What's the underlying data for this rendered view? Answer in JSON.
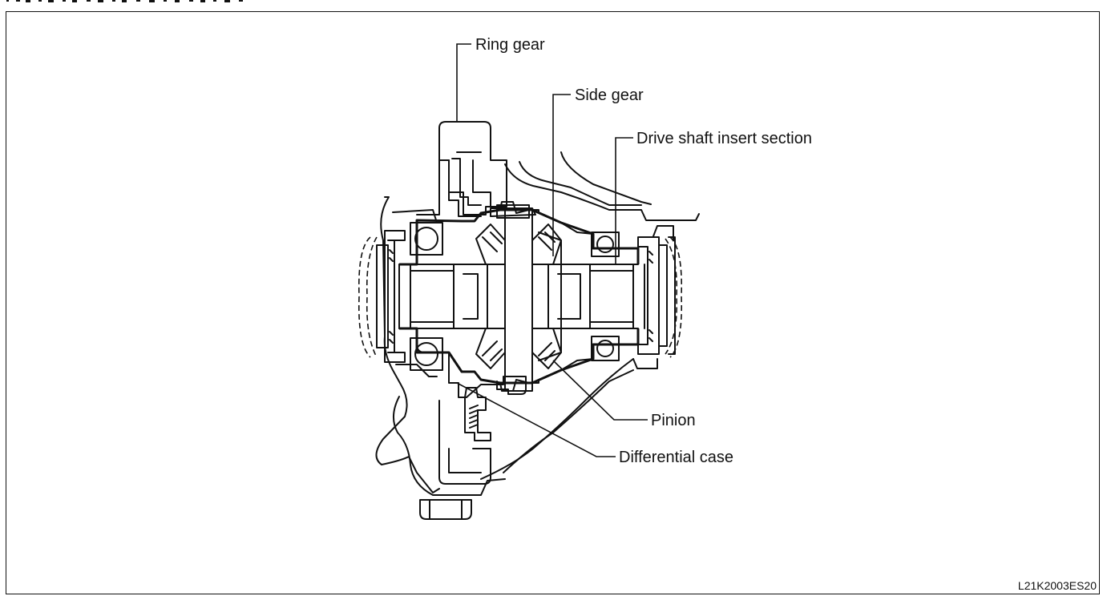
{
  "diagram": {
    "labels": {
      "ring_gear": "Ring gear",
      "side_gear": "Side gear",
      "drive_shaft_insert_section": "Drive shaft insert section",
      "pinion": "Pinion",
      "differential_case": "Differential case"
    },
    "figure_code": "L21K2003ES20"
  },
  "colors": {
    "line": "#111111",
    "background": "#ffffff"
  }
}
